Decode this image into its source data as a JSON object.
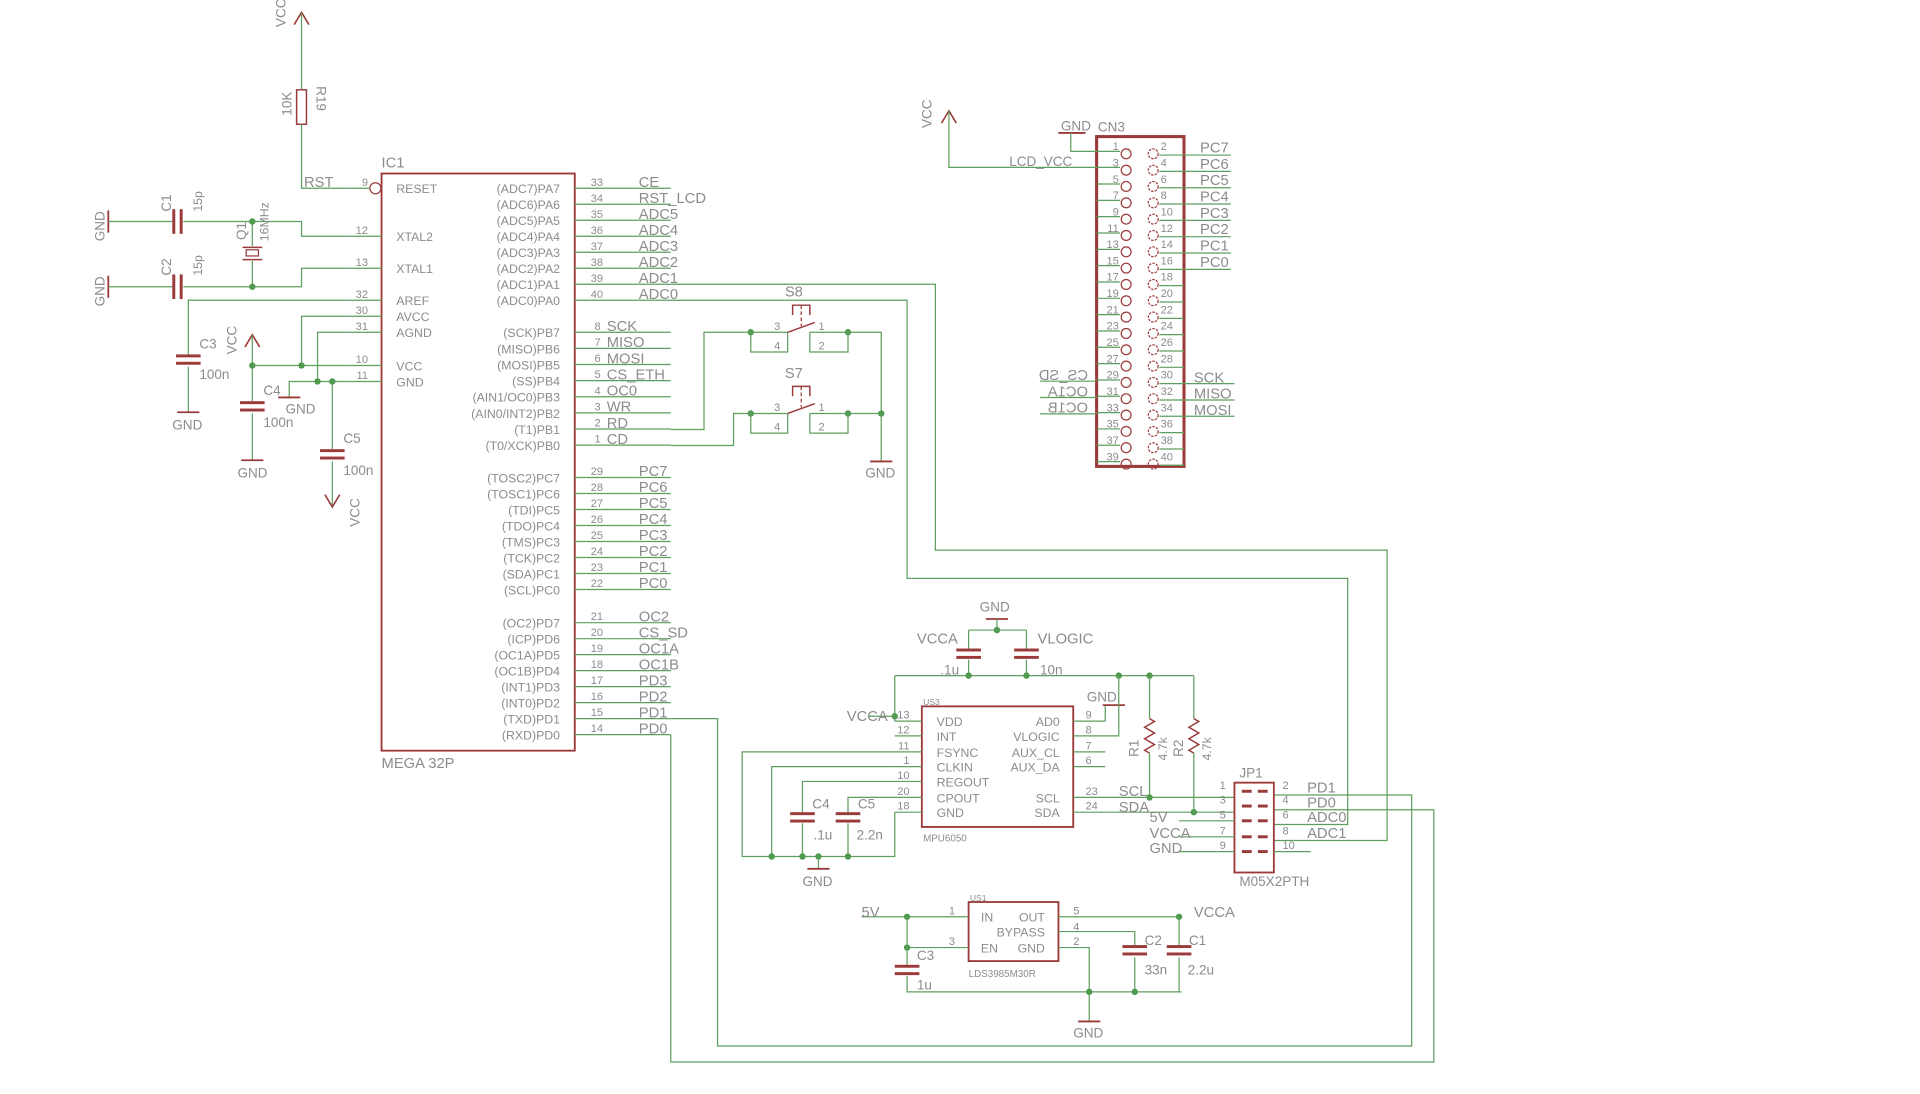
{
  "colors": {
    "wire": "#5e9e5e",
    "part": "#9b3a3a",
    "text": "#8c8c8c",
    "junction": "#4e9a4e",
    "background": "#ffffff"
  },
  "ic1": {
    "ref": "IC1",
    "value": "MEGA 32P",
    "left_pins": [
      {
        "num": "9",
        "name": "RESET"
      },
      {
        "num": "12",
        "name": "XTAL2"
      },
      {
        "num": "13",
        "name": "XTAL1"
      },
      {
        "num": "32",
        "name": "AREF"
      },
      {
        "num": "30",
        "name": "AVCC"
      },
      {
        "num": "31",
        "name": "AGND"
      },
      {
        "num": "10",
        "name": "VCC"
      },
      {
        "num": "11",
        "name": "GND"
      }
    ],
    "right_pins": [
      {
        "num": "33",
        "name": "(ADC7)PA7",
        "net": "CE"
      },
      {
        "num": "34",
        "name": "(ADC6)PA6",
        "net": "RST_LCD"
      },
      {
        "num": "35",
        "name": "(ADC5)PA5",
        "net": "ADC5"
      },
      {
        "num": "36",
        "name": "(ADC4)PA4",
        "net": "ADC4"
      },
      {
        "num": "37",
        "name": "(ADC3)PA3",
        "net": "ADC3"
      },
      {
        "num": "38",
        "name": "(ADC2)PA2",
        "net": "ADC2"
      },
      {
        "num": "39",
        "name": "(ADC1)PA1",
        "net": "ADC1"
      },
      {
        "num": "40",
        "name": "(ADC0)PA0",
        "net": "ADC0"
      },
      {
        "num": "8",
        "name": "(SCK)PB7",
        "net": "SCK"
      },
      {
        "num": "7",
        "name": "(MISO)PB6",
        "net": "MISO"
      },
      {
        "num": "6",
        "name": "(MOSI)PB5",
        "net": "MOSI"
      },
      {
        "num": "5",
        "name": "(SS)PB4",
        "net": "CS_ETH"
      },
      {
        "num": "4",
        "name": "(AIN1/OC0)PB3",
        "net": "OC0"
      },
      {
        "num": "3",
        "name": "(AIN0/INT2)PB2",
        "net": "WR"
      },
      {
        "num": "2",
        "name": "(T1)PB1",
        "net": "RD"
      },
      {
        "num": "1",
        "name": "(T0/XCK)PB0",
        "net": "CD"
      },
      {
        "num": "29",
        "name": "(TOSC2)PC7",
        "net": "PC7"
      },
      {
        "num": "28",
        "name": "(TOSC1)PC6",
        "net": "PC6"
      },
      {
        "num": "27",
        "name": "(TDI)PC5",
        "net": "PC5"
      },
      {
        "num": "26",
        "name": "(TDO)PC4",
        "net": "PC4"
      },
      {
        "num": "25",
        "name": "(TMS)PC3",
        "net": "PC3"
      },
      {
        "num": "24",
        "name": "(TCK)PC2",
        "net": "PC2"
      },
      {
        "num": "23",
        "name": "(SDA)PC1",
        "net": "PC1"
      },
      {
        "num": "22",
        "name": "(SCL)PC0",
        "net": "PC0"
      },
      {
        "num": "21",
        "name": "(OC2)PD7",
        "net": "OC2"
      },
      {
        "num": "20",
        "name": "(ICP)PD6",
        "net": "CS_SD"
      },
      {
        "num": "19",
        "name": "(OC1A)PD5",
        "net": "OC1A"
      },
      {
        "num": "18",
        "name": "(OC1B)PD4",
        "net": "OC1B"
      },
      {
        "num": "17",
        "name": "(INT1)PD3",
        "net": "PD3"
      },
      {
        "num": "16",
        "name": "(INT0)PD2",
        "net": "PD2"
      },
      {
        "num": "15",
        "name": "(TXD)PD1",
        "net": "PD1"
      },
      {
        "num": "14",
        "name": "(RXD)PD0",
        "net": "PD0"
      }
    ]
  },
  "left": {
    "vcc_top": "VCC",
    "r19_value": "10K",
    "r19_ref": "R19",
    "rst": "RST",
    "c1_ref": "C1",
    "c1_value": "15p",
    "c2_ref": "C2",
    "c2_value": "15p",
    "q1_ref": "Q1",
    "q1_value": "16MHz",
    "gnd_c1": "GND",
    "gnd_c2": "GND",
    "c3_ref": "C3",
    "c3_value": "100n",
    "gnd_c3": "GND",
    "vcc_c4": "VCC",
    "c4_ref": "C4",
    "c4_value": "100n",
    "gnd_c4": "GND",
    "gnd_pin11": "GND",
    "c5_ref": "C5",
    "c5_value": "100n",
    "vcc_c5": "VCC"
  },
  "switches": {
    "s8": "S8",
    "s7": "S7",
    "pins": [
      "3",
      "4",
      "1",
      "2"
    ],
    "gnd": "GND"
  },
  "cn3": {
    "ref": "CN3",
    "gnd": "GND",
    "vcc": "VCC",
    "lcd_vcc": "LCD_VCC",
    "odd_pins": [
      "1",
      "3",
      "5",
      "7",
      "9",
      "11",
      "13",
      "15",
      "17",
      "19",
      "21",
      "23",
      "25",
      "27",
      "29",
      "31",
      "33",
      "35",
      "37",
      "39"
    ],
    "even_pins": [
      "2",
      "4",
      "6",
      "8",
      "10",
      "12",
      "14",
      "16",
      "18",
      "20",
      "22",
      "24",
      "26",
      "28",
      "30",
      "32",
      "34",
      "36",
      "38",
      "40"
    ],
    "right_labels": [
      "PC7",
      "PC6",
      "PC5",
      "PC4",
      "PC3",
      "PC2",
      "PC1",
      "PC0"
    ],
    "spi_labels": [
      "SCK",
      "MISO",
      "MOSI"
    ],
    "left_mirrored_labels": [
      "CS_SD",
      "OC1A",
      "OC1B"
    ]
  },
  "mpu": {
    "ref": "US3",
    "value": "MPU6050",
    "left_pins": [
      {
        "num": "13",
        "name": "VDD"
      },
      {
        "num": "12",
        "name": "INT"
      },
      {
        "num": "11",
        "name": "FSYNC"
      },
      {
        "num": "1",
        "name": "CLKIN"
      },
      {
        "num": "10",
        "name": "REGOUT"
      },
      {
        "num": "20",
        "name": "CPOUT"
      },
      {
        "num": "18",
        "name": "GND"
      }
    ],
    "right_pins": [
      {
        "num": "9",
        "name": "AD0"
      },
      {
        "num": "8",
        "name": "VLOGIC"
      },
      {
        "num": "7",
        "name": "AUX_CL"
      },
      {
        "num": "6",
        "name": "AUX_DA"
      },
      {
        "num": "23",
        "name": "SCL"
      },
      {
        "num": "24",
        "name": "SDA"
      }
    ],
    "gnd_top": "GND",
    "vcca_cap": "VCCA",
    "cap1_value": ".1u",
    "vlogic_cap": "VLOGIC",
    "cap2_value": "10n",
    "vcca_pin": "VCCA",
    "gnd_ad0": "GND",
    "c4_ref": "C4",
    "c4_value": ".1u",
    "c5_ref": "C5",
    "c5_value": "2.2n",
    "gnd_bottom": "GND",
    "r1_ref": "R1",
    "r1_value": "4.7k",
    "r2_ref": "R2",
    "r2_value": "4.7k",
    "scl": "SCL",
    "sda": "SDA"
  },
  "jp1": {
    "ref": "JP1",
    "value": "M05X2PTH",
    "odd_pins": [
      "1",
      "3",
      "5",
      "7",
      "9"
    ],
    "even_pins": [
      "2",
      "4",
      "6",
      "8",
      "10"
    ],
    "left_labels": [
      "5V",
      "VCCA",
      "GND"
    ],
    "right_labels": [
      "PD1",
      "PD0",
      "ADC0",
      "ADC1"
    ]
  },
  "reg": {
    "ref": "US1",
    "value": "LDS3985M30R",
    "pins": [
      {
        "num": "1",
        "name": "IN"
      },
      {
        "num": "3",
        "name": "EN"
      },
      {
        "num": "5",
        "name": "OUT"
      },
      {
        "num": "4",
        "name": "BYPASS"
      },
      {
        "num": "2",
        "name": "GND"
      }
    ],
    "in_label": "5V",
    "out_label": "VCCA",
    "c3_ref": "C3",
    "c3_value": "1u",
    "c2_ref": "C2",
    "c2_value": "33n",
    "c1_ref": "C1",
    "c1_value": "2.2u",
    "gnd": "GND"
  }
}
